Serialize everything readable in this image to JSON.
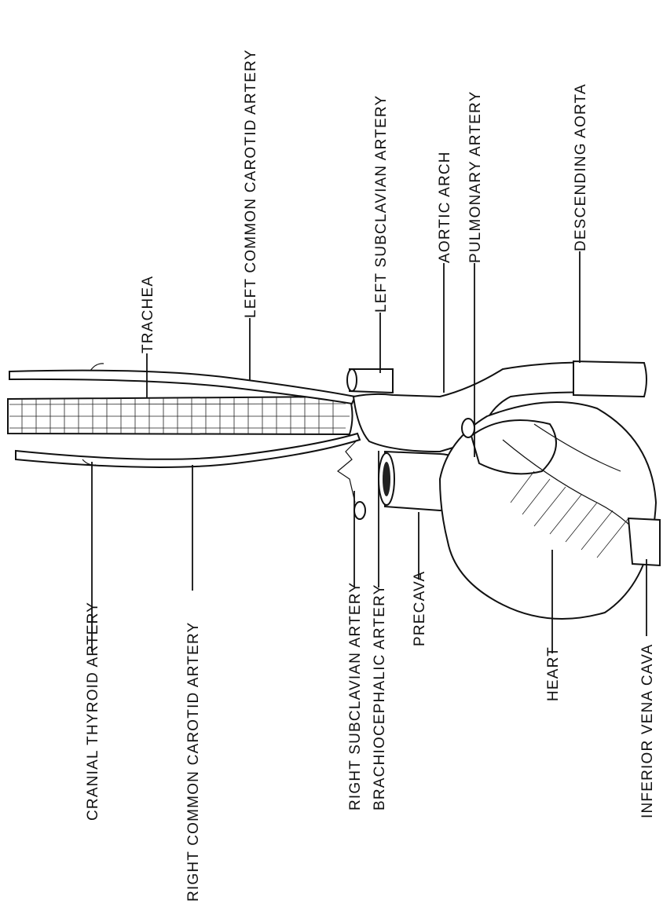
{
  "title": "",
  "labels": {
    "cranial_thyroid_artery": "CRANIAL THYROID ARTERY",
    "right_common_carotid_artery": "RIGHT COMMON CAROTID ARTERY",
    "right_subclavian_artery": "RIGHT SUBCLAVIAN ARTERY",
    "brachiocephalic_artery": "BRACHIOCEPHALIC ARTERY",
    "precava": "PRECAVA",
    "heart": "HEART",
    "inferior_vena_cava": "INFERIOR VENA CAVA",
    "trachea": "TRACHEA",
    "left_common_carotid_artery": "LEFT COMMON CAROTID ARTERY",
    "left_subclavian_artery": "LEFT SUBCLAVIAN ARTERY",
    "aortic_arch": "AORTIC ARCH",
    "pulmonary_artery": "PULMONARY ARTERY",
    "descending_aorta": "DESCENDING AORTA"
  }
}
